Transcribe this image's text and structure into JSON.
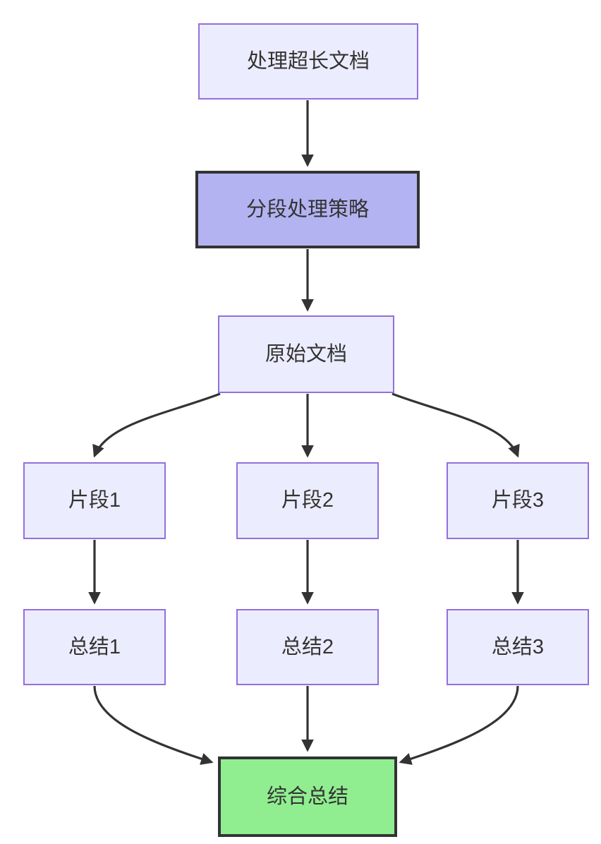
{
  "diagram": {
    "type": "flowchart",
    "direction": "top-down",
    "nodes": [
      {
        "id": "A",
        "label": "处理超长文档",
        "style": "default"
      },
      {
        "id": "B",
        "label": "分段处理策略",
        "style": "emphasis"
      },
      {
        "id": "C",
        "label": "原始文档",
        "style": "default"
      },
      {
        "id": "D1",
        "label": "片段1",
        "style": "default"
      },
      {
        "id": "D2",
        "label": "片段2",
        "style": "default"
      },
      {
        "id": "D3",
        "label": "片段3",
        "style": "default"
      },
      {
        "id": "E1",
        "label": "总结1",
        "style": "default"
      },
      {
        "id": "E2",
        "label": "总结2",
        "style": "default"
      },
      {
        "id": "E3",
        "label": "总结3",
        "style": "default"
      },
      {
        "id": "F",
        "label": "综合总结",
        "style": "result"
      }
    ],
    "edges": [
      {
        "from": "A",
        "to": "B"
      },
      {
        "from": "B",
        "to": "C"
      },
      {
        "from": "C",
        "to": "D1"
      },
      {
        "from": "C",
        "to": "D2"
      },
      {
        "from": "C",
        "to": "D3"
      },
      {
        "from": "D1",
        "to": "E1"
      },
      {
        "from": "D2",
        "to": "E2"
      },
      {
        "from": "D3",
        "to": "E3"
      },
      {
        "from": "E1",
        "to": "F"
      },
      {
        "from": "E2",
        "to": "F"
      },
      {
        "from": "E3",
        "to": "F"
      }
    ],
    "colors": {
      "node_fill_default": "#ECECFF",
      "node_border_default": "#9370DB",
      "node_fill_emphasis": "#B3B3F2",
      "node_border_emphasis": "#333333",
      "node_fill_result": "#90EE90",
      "edge_stroke": "#333333",
      "text": "#333333",
      "background": "#FFFFFF"
    }
  }
}
